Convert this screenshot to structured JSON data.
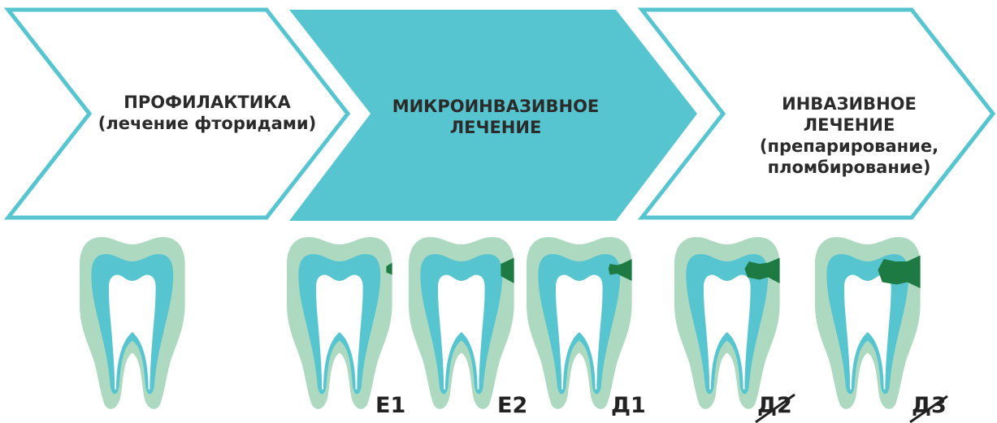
{
  "stages": [
    {
      "title": "ПРОФИЛАКТИКА",
      "lines": [
        "(лечение фторидами)"
      ]
    },
    {
      "title": "МИКРОИНВАЗИВНОЕ",
      "lines": [
        "ЛЕЧЕНИЕ"
      ]
    },
    {
      "title": "ИНВАЗИВНОЕ",
      "lines": [
        "ЛЕЧЕНИЕ",
        "(препарирование,",
        "пломбирование)"
      ]
    }
  ],
  "teeth": [
    {
      "label": "",
      "lesion": "none"
    },
    {
      "label": "Е1",
      "lesion": "outer-enamel"
    },
    {
      "label": "Е2",
      "lesion": "inner-enamel"
    },
    {
      "label": "Д1",
      "lesion": "outer-dentin"
    },
    {
      "label": "Д2",
      "lesion": "middle-dentin",
      "struck": true
    },
    {
      "label": "Д3",
      "lesion": "inner-dentin",
      "struck": true
    }
  ],
  "colors": {
    "accent": "#57c5cf",
    "enamel": "#acd9bf",
    "dentin": "#57c5cf",
    "pulp": "#ffffff",
    "lesion": "#1e7a43"
  }
}
